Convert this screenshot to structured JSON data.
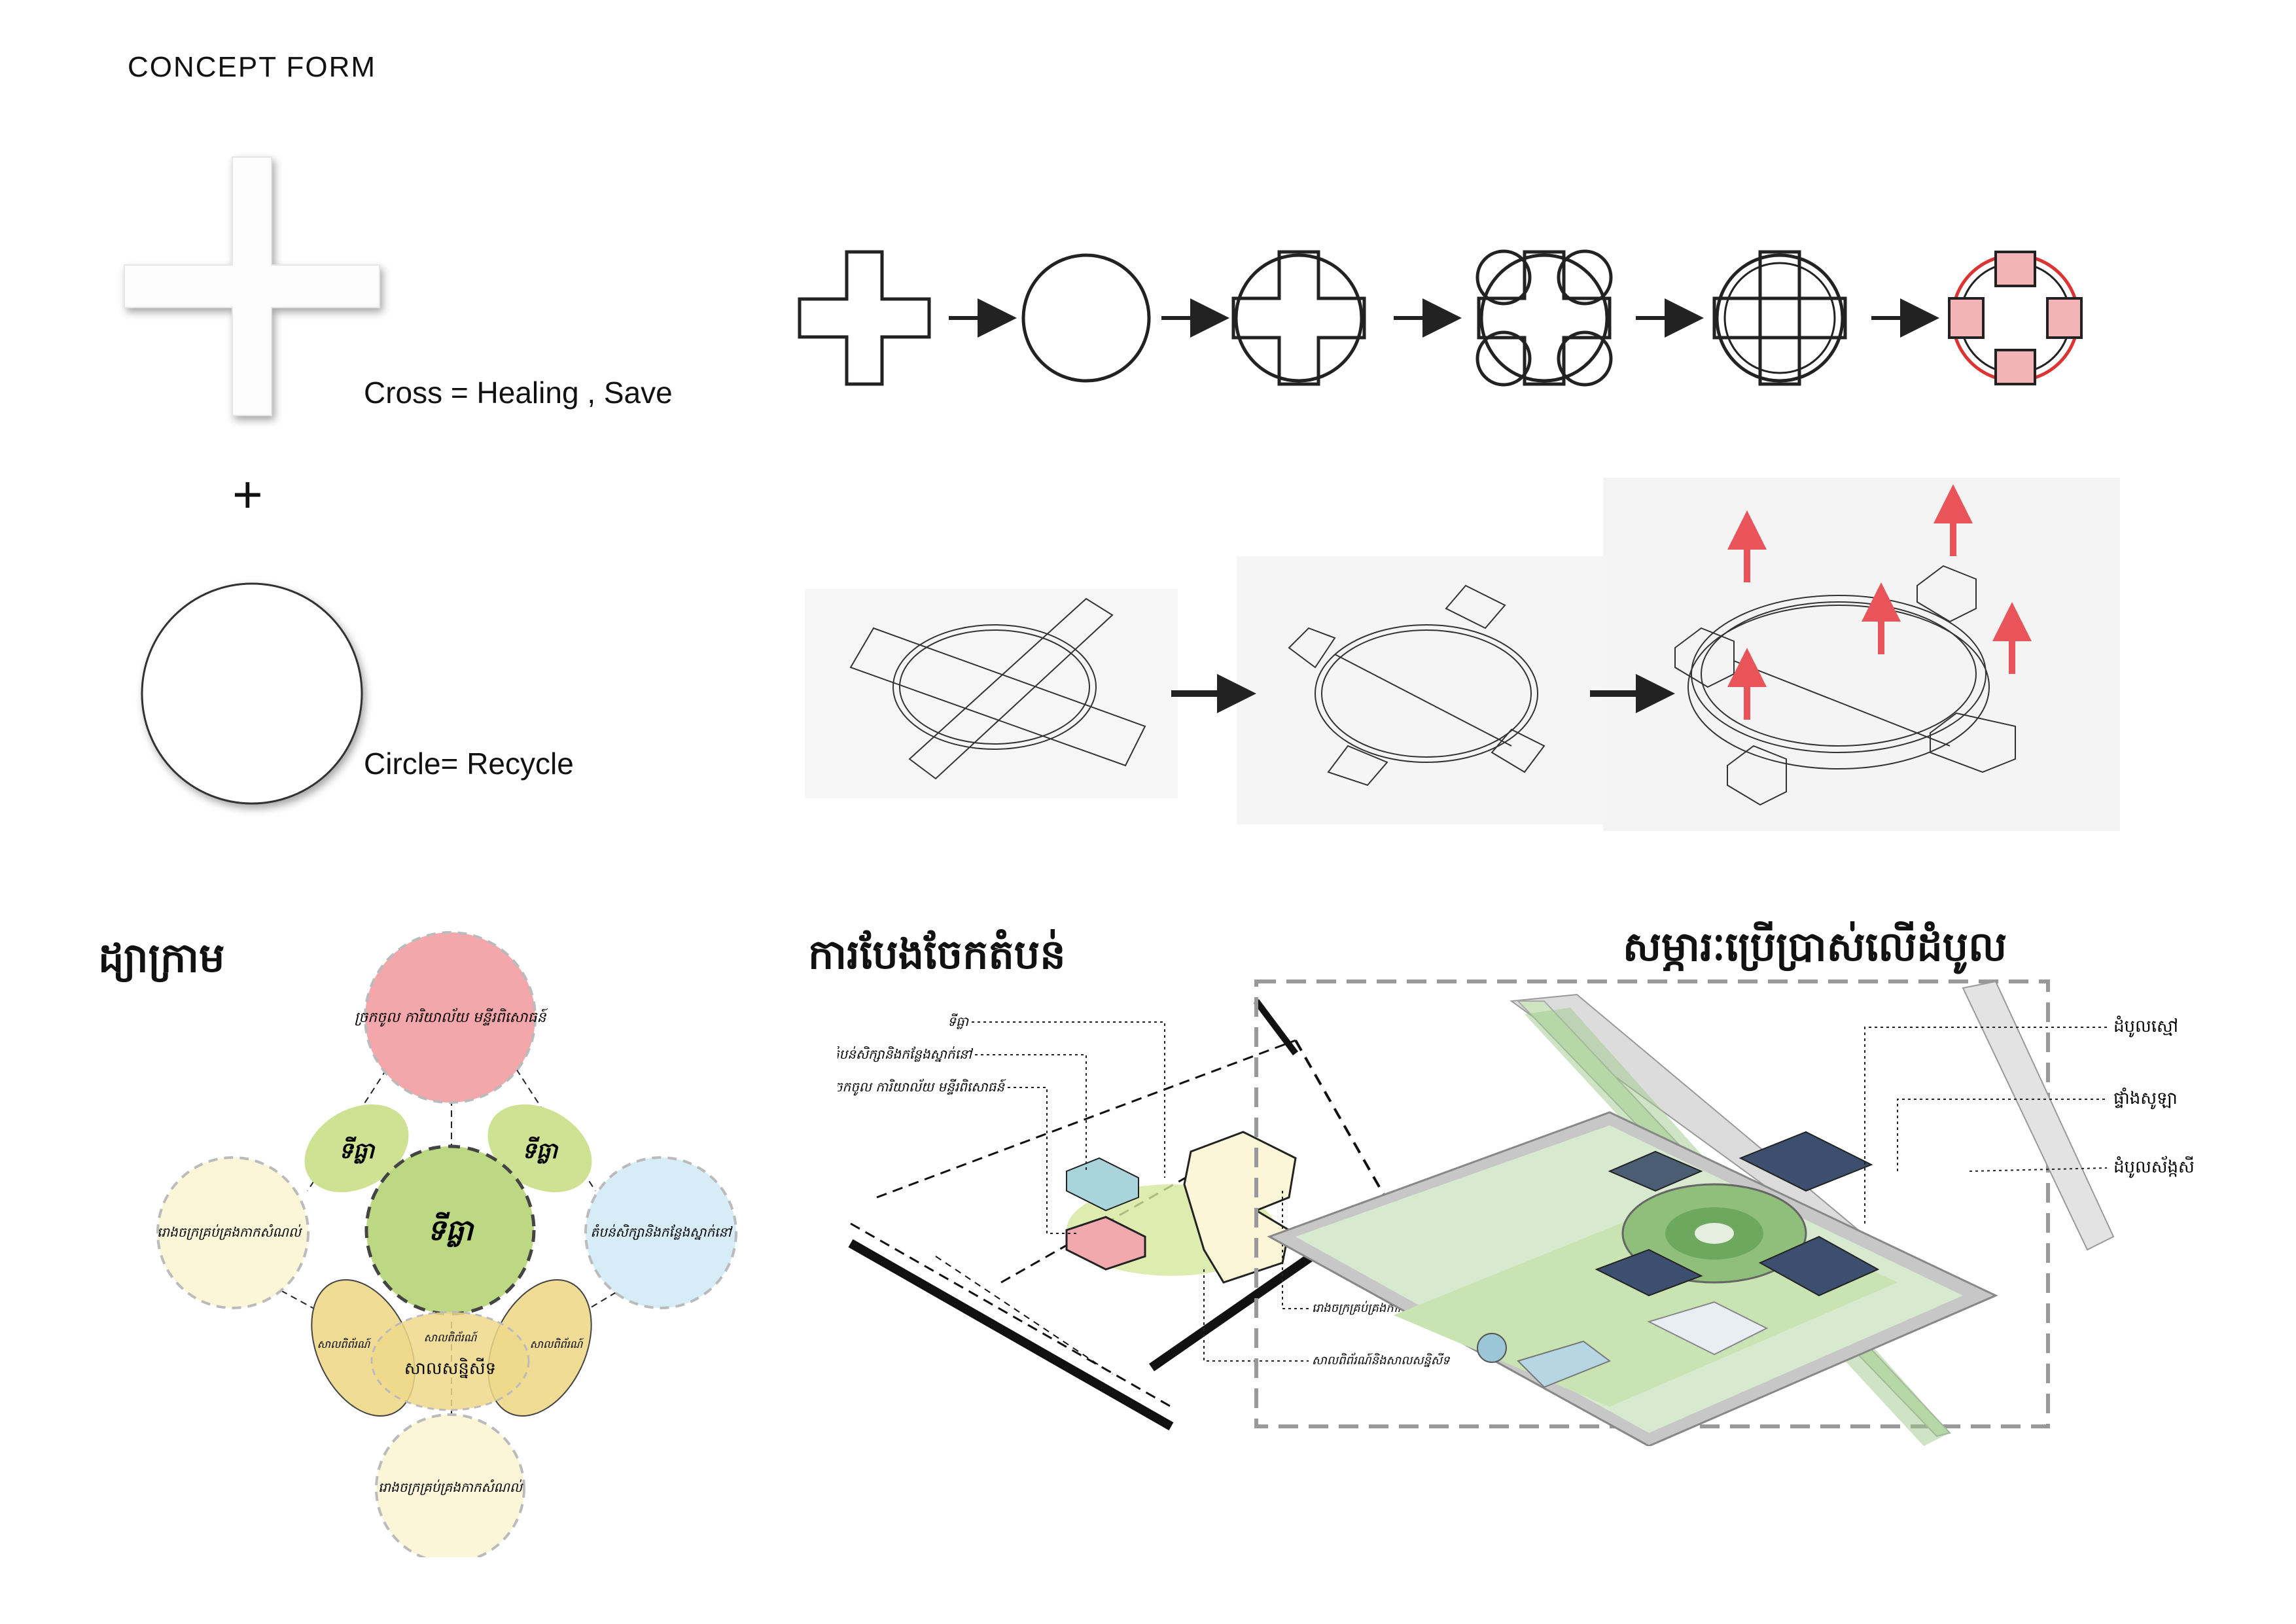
{
  "concept": {
    "title": "CONCEPT  FORM",
    "cross_caption": "Cross = Healing , Save",
    "plus_symbol": "+",
    "circle_caption": "Circle= Recycle"
  },
  "bubble_diagram": {
    "heading": "ដ្យាក្រាម",
    "nodes": [
      {
        "label": "ច្រកចូល ការិយាល័យ មន្ទីរពិសោធន៍",
        "color": "#f4a7aa"
      },
      {
        "label": "ទីធ្លា",
        "color": "#bcd883"
      },
      {
        "label": "ទីធ្លា",
        "color": "#cfe293"
      },
      {
        "label": "ទីធ្លា",
        "color": "#cfe293"
      },
      {
        "label": "រោងចក្រគ្រប់គ្រងកាកសំណល់",
        "color": "#fbf6d8"
      },
      {
        "label": "តំបន់សិក្សានិងកន្លែងស្នាក់នៅ",
        "color": "#d6ecf6"
      },
      {
        "label": "សាលពិព័រណ៍",
        "color": "#eed88a"
      },
      {
        "label": "សាលពិព័រណ៍",
        "color": "#eed88a"
      },
      {
        "label": "សាលពិព័រណ៍",
        "color": "#eed88a"
      },
      {
        "label": "សាលសន្និសីទ",
        "color": "#eed88a"
      },
      {
        "label": "រោងចក្រគ្រប់គ្រងកាកសំណល់",
        "color": "#fbf6d8"
      }
    ]
  },
  "zoning": {
    "heading": "ការបែងចែកតំបន់",
    "labels": [
      "ទីធ្លា",
      "តំបន់សិក្សានិងកន្លែងស្នាក់នៅ",
      "ច្រកចូល ការិយាល័យ មន្ទីរពិសោធន៍",
      "រោងចក្រគ្រប់គ្រងកាកសំណល់",
      "សាលពិព័រណ៍និងសាលសន្និសីទ"
    ]
  },
  "roof": {
    "heading": "សម្ភារៈប្រើប្រាស់លើដំបូល",
    "labels": [
      "ដំបូលស្មៅ",
      "ផ្ទាំងសូឡា",
      "ដំបូលស័ង្កសី"
    ]
  },
  "colors": {
    "accent_red": "#e8545a",
    "pink_fill": "#f2b4b7",
    "green": "#bcd883",
    "yellow": "#eed88a",
    "blue": "#d6ecf6"
  }
}
